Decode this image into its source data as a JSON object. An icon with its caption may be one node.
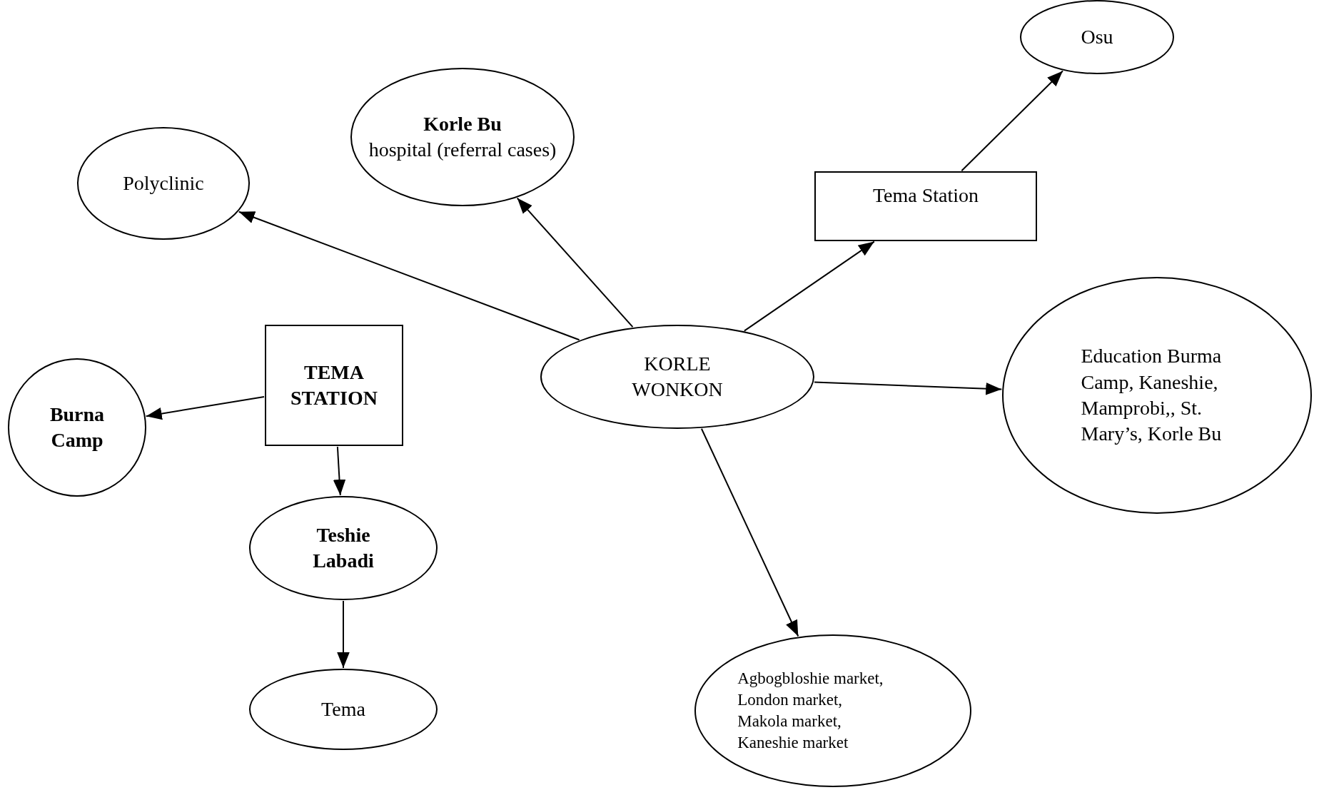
{
  "diagram": {
    "nodes": [
      {
        "text": [
          "Osu"
        ]
      },
      {
        "text": [
          "Korle Bu",
          "hospital (referral cases)"
        ]
      },
      {
        "text": [
          "Polyclinic"
        ]
      },
      {
        "text": [
          "Tema Station"
        ]
      },
      {
        "text": [
          "KORLE WONKON"
        ]
      },
      {
        "text": [
          "Education Burma Camp, Kaneshie, Mamprobi,, St. Mary’s, Korle Bu"
        ]
      },
      {
        "text": [
          "TEMA STATION"
        ]
      },
      {
        "text": [
          "Burna Camp"
        ]
      },
      {
        "text": [
          "Teshie Labadi"
        ]
      },
      {
        "text": [
          "Tema"
        ]
      },
      {
        "text": [
          "Agbogbloshie market,",
          "London market,",
          "Makola market,",
          "Kaneshie market"
        ]
      }
    ],
    "edges": [
      {
        "from": 4,
        "to": 2,
        "arrow": "to"
      },
      {
        "from": 4,
        "to": 1,
        "arrow": "to"
      },
      {
        "from": 4,
        "to": 3,
        "arrow": "to"
      },
      {
        "from": 3,
        "to": 0,
        "arrow": "to"
      },
      {
        "from": 4,
        "to": 5,
        "arrow": "to"
      },
      {
        "from": 4,
        "to": 10,
        "arrow": "to"
      },
      {
        "from": 6,
        "to": 7,
        "arrow": "to"
      },
      {
        "from": 6,
        "to": 8,
        "arrow": "to"
      },
      {
        "from": 8,
        "to": 9,
        "arrow": "to"
      }
    ]
  }
}
